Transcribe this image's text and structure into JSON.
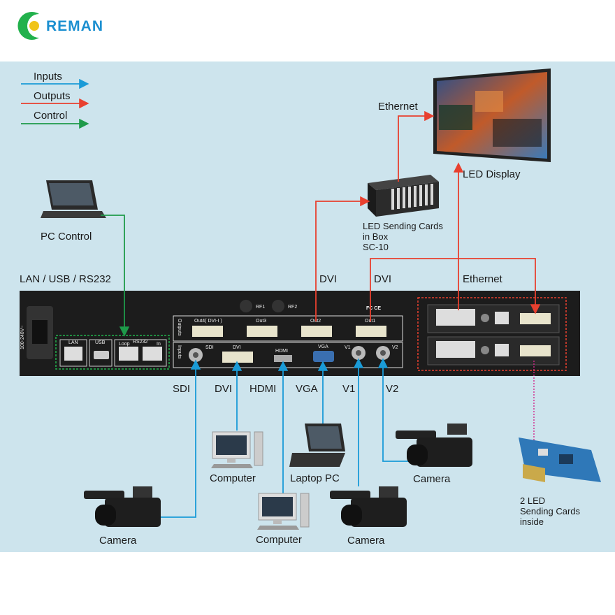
{
  "brand": {
    "name": "REMAN",
    "mark": "C"
  },
  "legend": [
    {
      "label": "Inputs",
      "color": "#1a9bd7"
    },
    {
      "label": "Outputs",
      "color": "#e8402f"
    },
    {
      "label": "Control",
      "color": "#1e9a4a"
    }
  ],
  "labels": {
    "pc_control": "PC Control",
    "lan_usb_rs232": "LAN / USB / RS232",
    "ethernet_top": "Ethernet",
    "led_display": "LED Display",
    "sending_cards": [
      "LED Sending  Cards",
      "in Box",
      "SC-10"
    ],
    "dvi_left": "DVI",
    "dvi_right": "DVI",
    "ethernet_right": "Ethernet",
    "sdi": "SDI",
    "dvi_in": "DVI",
    "hdmi": "HDMI",
    "vga": "VGA",
    "v1": "V1",
    "v2": "V2",
    "computer_1": "Computer",
    "computer_2": "Computer",
    "laptop_pc": "Laptop PC",
    "camera_1": "Camera",
    "camera_2": "Camera",
    "camera_3": "Camera",
    "two_cards": [
      "2 LED",
      "Sending Cards",
      "inside"
    ]
  },
  "panel": {
    "power": "100-240V~",
    "lan": "LAN",
    "usb": "USB",
    "rs232": "RS232",
    "loop": "Loop",
    "in": "In",
    "rf1": "RF1",
    "rf2": "RF2",
    "outputs_tag": "Outputs",
    "inputs_tag": "Inputs",
    "out4": "Out4( DVI-I )",
    "out3": "Out3",
    "out2": "Out2",
    "out1": "Out1",
    "sdi": "SDI",
    "dvi": "DVI",
    "hdmi": "HDMI",
    "vga": "VGA",
    "v1": "V1",
    "v2": "V2",
    "cert": "FC CE"
  }
}
